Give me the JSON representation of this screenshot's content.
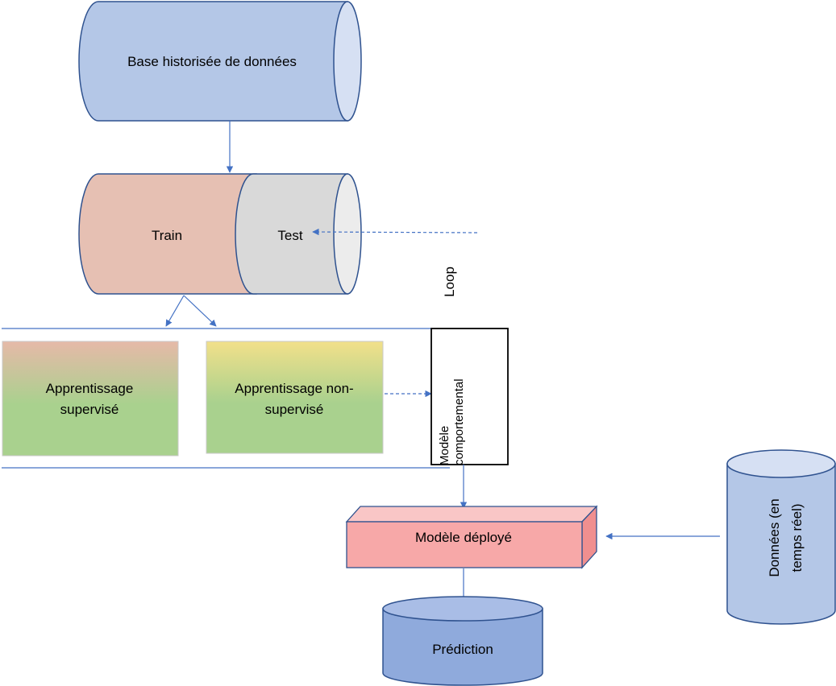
{
  "nodes": {
    "base": {
      "label": "Base historisée de données"
    },
    "train": {
      "label": "Train"
    },
    "test": {
      "label": "Test"
    },
    "loop": {
      "label": "Loop"
    },
    "supervised": {
      "line1": "Apprentissage",
      "line2": "supervisé"
    },
    "unsupervised": {
      "line1": "Apprentissage non-",
      "line2": "supervisé"
    },
    "behavioral": {
      "line1": "Modèle",
      "line2": "comportemental"
    },
    "deployed": {
      "label": "Modèle déployé"
    },
    "realtime": {
      "line1": "Données (en",
      "line2": "temps réel)"
    },
    "prediction": {
      "label": "Prédiction"
    }
  },
  "colors": {
    "cylinder_blue": "#b4c7e7",
    "cylinder_blue_dark": "#8faadc",
    "train_pink": "#e6c0b3",
    "test_gray": "#d9d9d9",
    "gradient_green": "#a9d18e",
    "gradient_orange": "#e6b9a8",
    "gradient_yellow": "#f2e08a",
    "deployed_pink": "#f7a8a8",
    "line_blue": "#4472c4",
    "stroke_blue": "#2f528f"
  }
}
